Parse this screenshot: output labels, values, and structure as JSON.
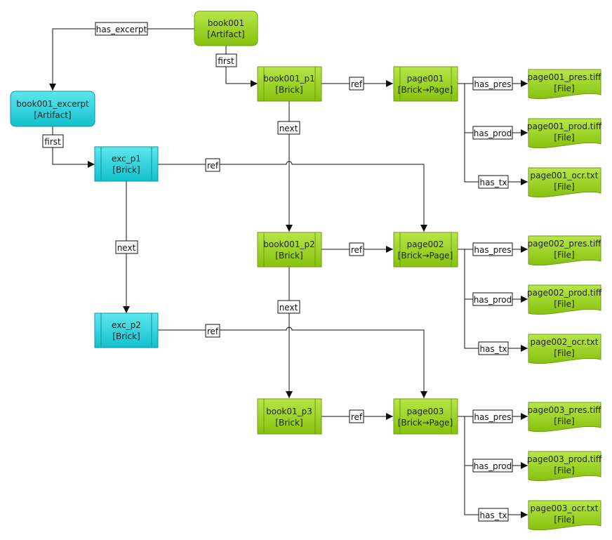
{
  "colors": {
    "brick_green_top": "#b8e648",
    "brick_green_bottom": "#86c20e",
    "brick_green_stroke": "#6f9e10",
    "cyan_top": "#5fe6ee",
    "cyan_bottom": "#12c1cc",
    "cyan_stroke": "#0a96a0",
    "edge": "#111111"
  },
  "nodes": {
    "book001": {
      "name": "book001",
      "type": "[Artifact]"
    },
    "book001_excerpt": {
      "name": "book001_excerpt",
      "type": "[Artifact]"
    },
    "book001_p1": {
      "name": "book001_p1",
      "type": "[Brick]"
    },
    "book001_p2": {
      "name": "book001_p2",
      "type": "[Brick]"
    },
    "book01_p3": {
      "name": "book01_p3",
      "type": "[Brick]"
    },
    "exc_p1": {
      "name": "exc_p1",
      "type": "[Brick]"
    },
    "exc_p2": {
      "name": "exc_p2",
      "type": "[Brick]"
    },
    "page001": {
      "name": "page001",
      "type": "[Brick→Page]"
    },
    "page002": {
      "name": "page002",
      "type": "[Brick→Page]"
    },
    "page003": {
      "name": "page003",
      "type": "[Brick→Page]"
    },
    "page001_pres": {
      "name": "page001_pres.tiff",
      "type": "[File]"
    },
    "page001_prod": {
      "name": "page001_prod.tiff",
      "type": "[File]"
    },
    "page001_ocr": {
      "name": "page001_ocr.txt",
      "type": "[File]"
    },
    "page002_pres": {
      "name": "page002_pres.tiff",
      "type": "[File]"
    },
    "page002_prod": {
      "name": "page002_prod.tiff",
      "type": "[File]"
    },
    "page002_ocr": {
      "name": "page002_ocr.txt",
      "type": "[File]"
    },
    "page003_pres": {
      "name": "page003_pres.tiff",
      "type": "[File]"
    },
    "page003_prod": {
      "name": "page003_prod.tiff",
      "type": "[File]"
    },
    "page003_ocr": {
      "name": "page003_ocr.txt",
      "type": "[File]"
    }
  },
  "edge_labels": {
    "has_excerpt": "has_excerpt",
    "first": "first",
    "next": "next",
    "ref": "ref",
    "has_pres": "has_pres",
    "has_prod": "has_prod",
    "has_tx": "has_tx"
  }
}
